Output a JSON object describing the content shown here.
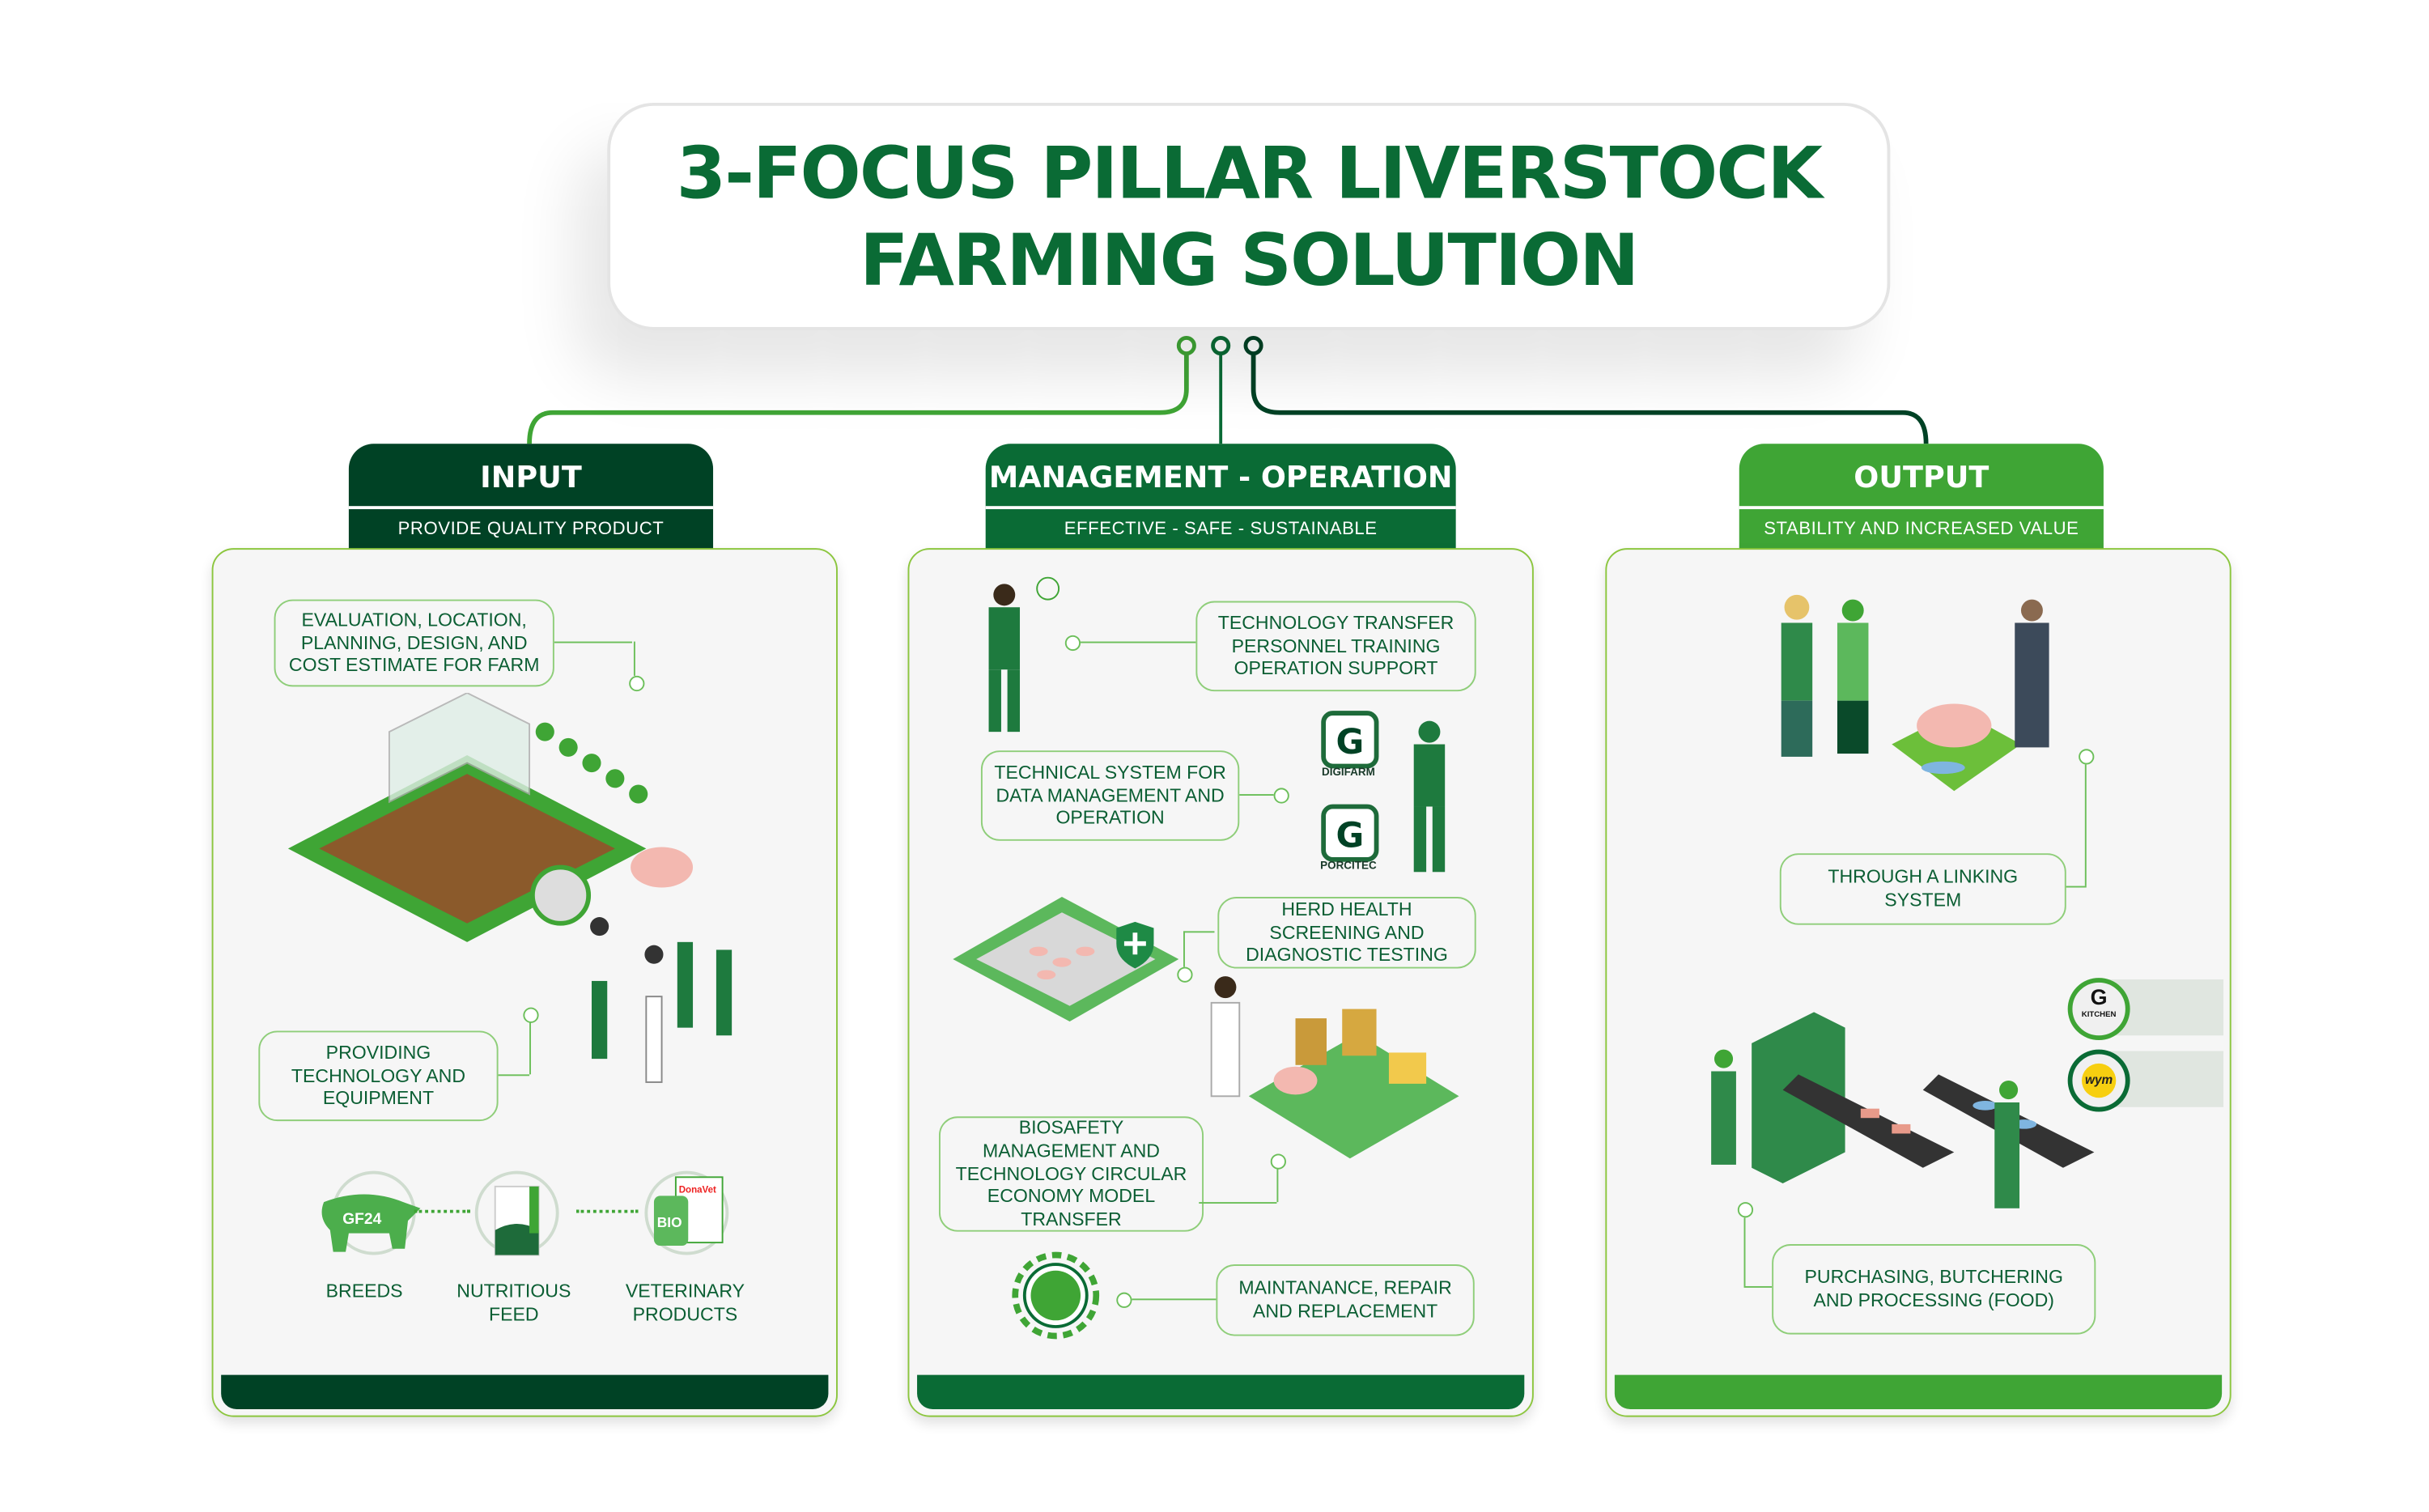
{
  "title": {
    "line1": "3-FOCUS PILLAR LIVERSTOCK",
    "line2": "FARMING SOLUTION"
  },
  "colors": {
    "input": "#004225",
    "management": "#0a6b35",
    "output": "#3fa535",
    "text": "#0b5e33",
    "outline": "#8cc63f"
  },
  "pillars": [
    {
      "title": "INPUT",
      "subtitle": "PROVIDE QUALITY PRODUCT",
      "labels": [
        "EVALUATION, LOCATION, PLANNING, DESIGN, AND COST ESTIMATE FOR FARM",
        "PROVIDING TECHNOLOGY AND EQUIPMENT"
      ],
      "products": [
        {
          "label": "BREEDS",
          "logo": "GF24"
        },
        {
          "label": "NUTRITIOUS FEED",
          "logo": ""
        },
        {
          "label": "VETERINARY PRODUCTS",
          "logo": "BIO",
          "brand": "DonaVet"
        }
      ]
    },
    {
      "title": "MANAGEMENT - OPERATION",
      "subtitle": "EFFECTIVE - SAFE - SUSTAINABLE",
      "labels": [
        "TECHNOLOGY TRANSFER PERSONNEL TRAINING OPERATION SUPPORT",
        "TECHNICAL SYSTEM FOR DATA MANAGEMENT AND OPERATION",
        "HERD HEALTH SCREENING AND DIAGNOSTIC TESTING",
        "BIOSAFETY MANAGEMENT AND TECHNOLOGY CIRCULAR ECONOMY MODEL TRANSFER",
        "MAINTANANCE, REPAIR AND REPLACEMENT"
      ],
      "apps": [
        "DIGIFARM",
        "PORCITEC"
      ]
    },
    {
      "title": "OUTPUT",
      "subtitle": "STABILITY AND INCREASED VALUE",
      "labels": [
        "THROUGH A LINKING SYSTEM",
        "PURCHASING, BUTCHERING AND PROCESSING (FOOD)"
      ],
      "brands": [
        "KITCHEN",
        "wym"
      ]
    }
  ],
  "icons": [
    "greenhouse-icon",
    "pig-icon",
    "farmer-icon",
    "gear-icon",
    "shield-cross-icon",
    "conveyor-icon",
    "logo-g-icon"
  ]
}
